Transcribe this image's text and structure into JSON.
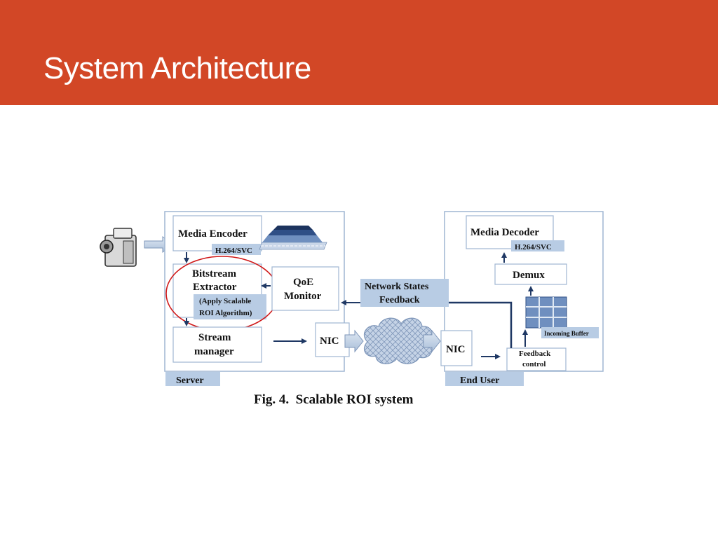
{
  "slide": {
    "title": "System Architecture"
  },
  "figure": {
    "caption": "Fig. 4.  Scalable ROI system",
    "server": {
      "label": "Server",
      "media_encoder": "Media Encoder",
      "encoder_codec": "H.264/SVC",
      "bitstream_extractor_line1": "Bitstream",
      "bitstream_extractor_line2": "Extractor",
      "apply_roi_line1": "(Apply Scalable",
      "apply_roi_line2": "ROI Algorithm)",
      "qoe_monitor_line1": "QoE",
      "qoe_monitor_line2": "Monitor",
      "stream_manager_line1": "Stream",
      "stream_manager_line2": "manager",
      "nic": "NIC"
    },
    "network_feedback_line1": "Network States",
    "network_feedback_line2": "Feedback",
    "end_user": {
      "label": "End User",
      "media_decoder": "Media Decoder",
      "decoder_codec": "H.264/SVC",
      "demux": "Demux",
      "incoming_buffer": "Incoming Buffer",
      "nic": "NIC",
      "feedback_control_line1": "Feedback",
      "feedback_control_line2": "control"
    },
    "colors": {
      "box_border": "#9fb6d2",
      "label_fill": "#b8cce4",
      "arrow": "#1f3864",
      "highlight_circle": "#d01818"
    }
  }
}
